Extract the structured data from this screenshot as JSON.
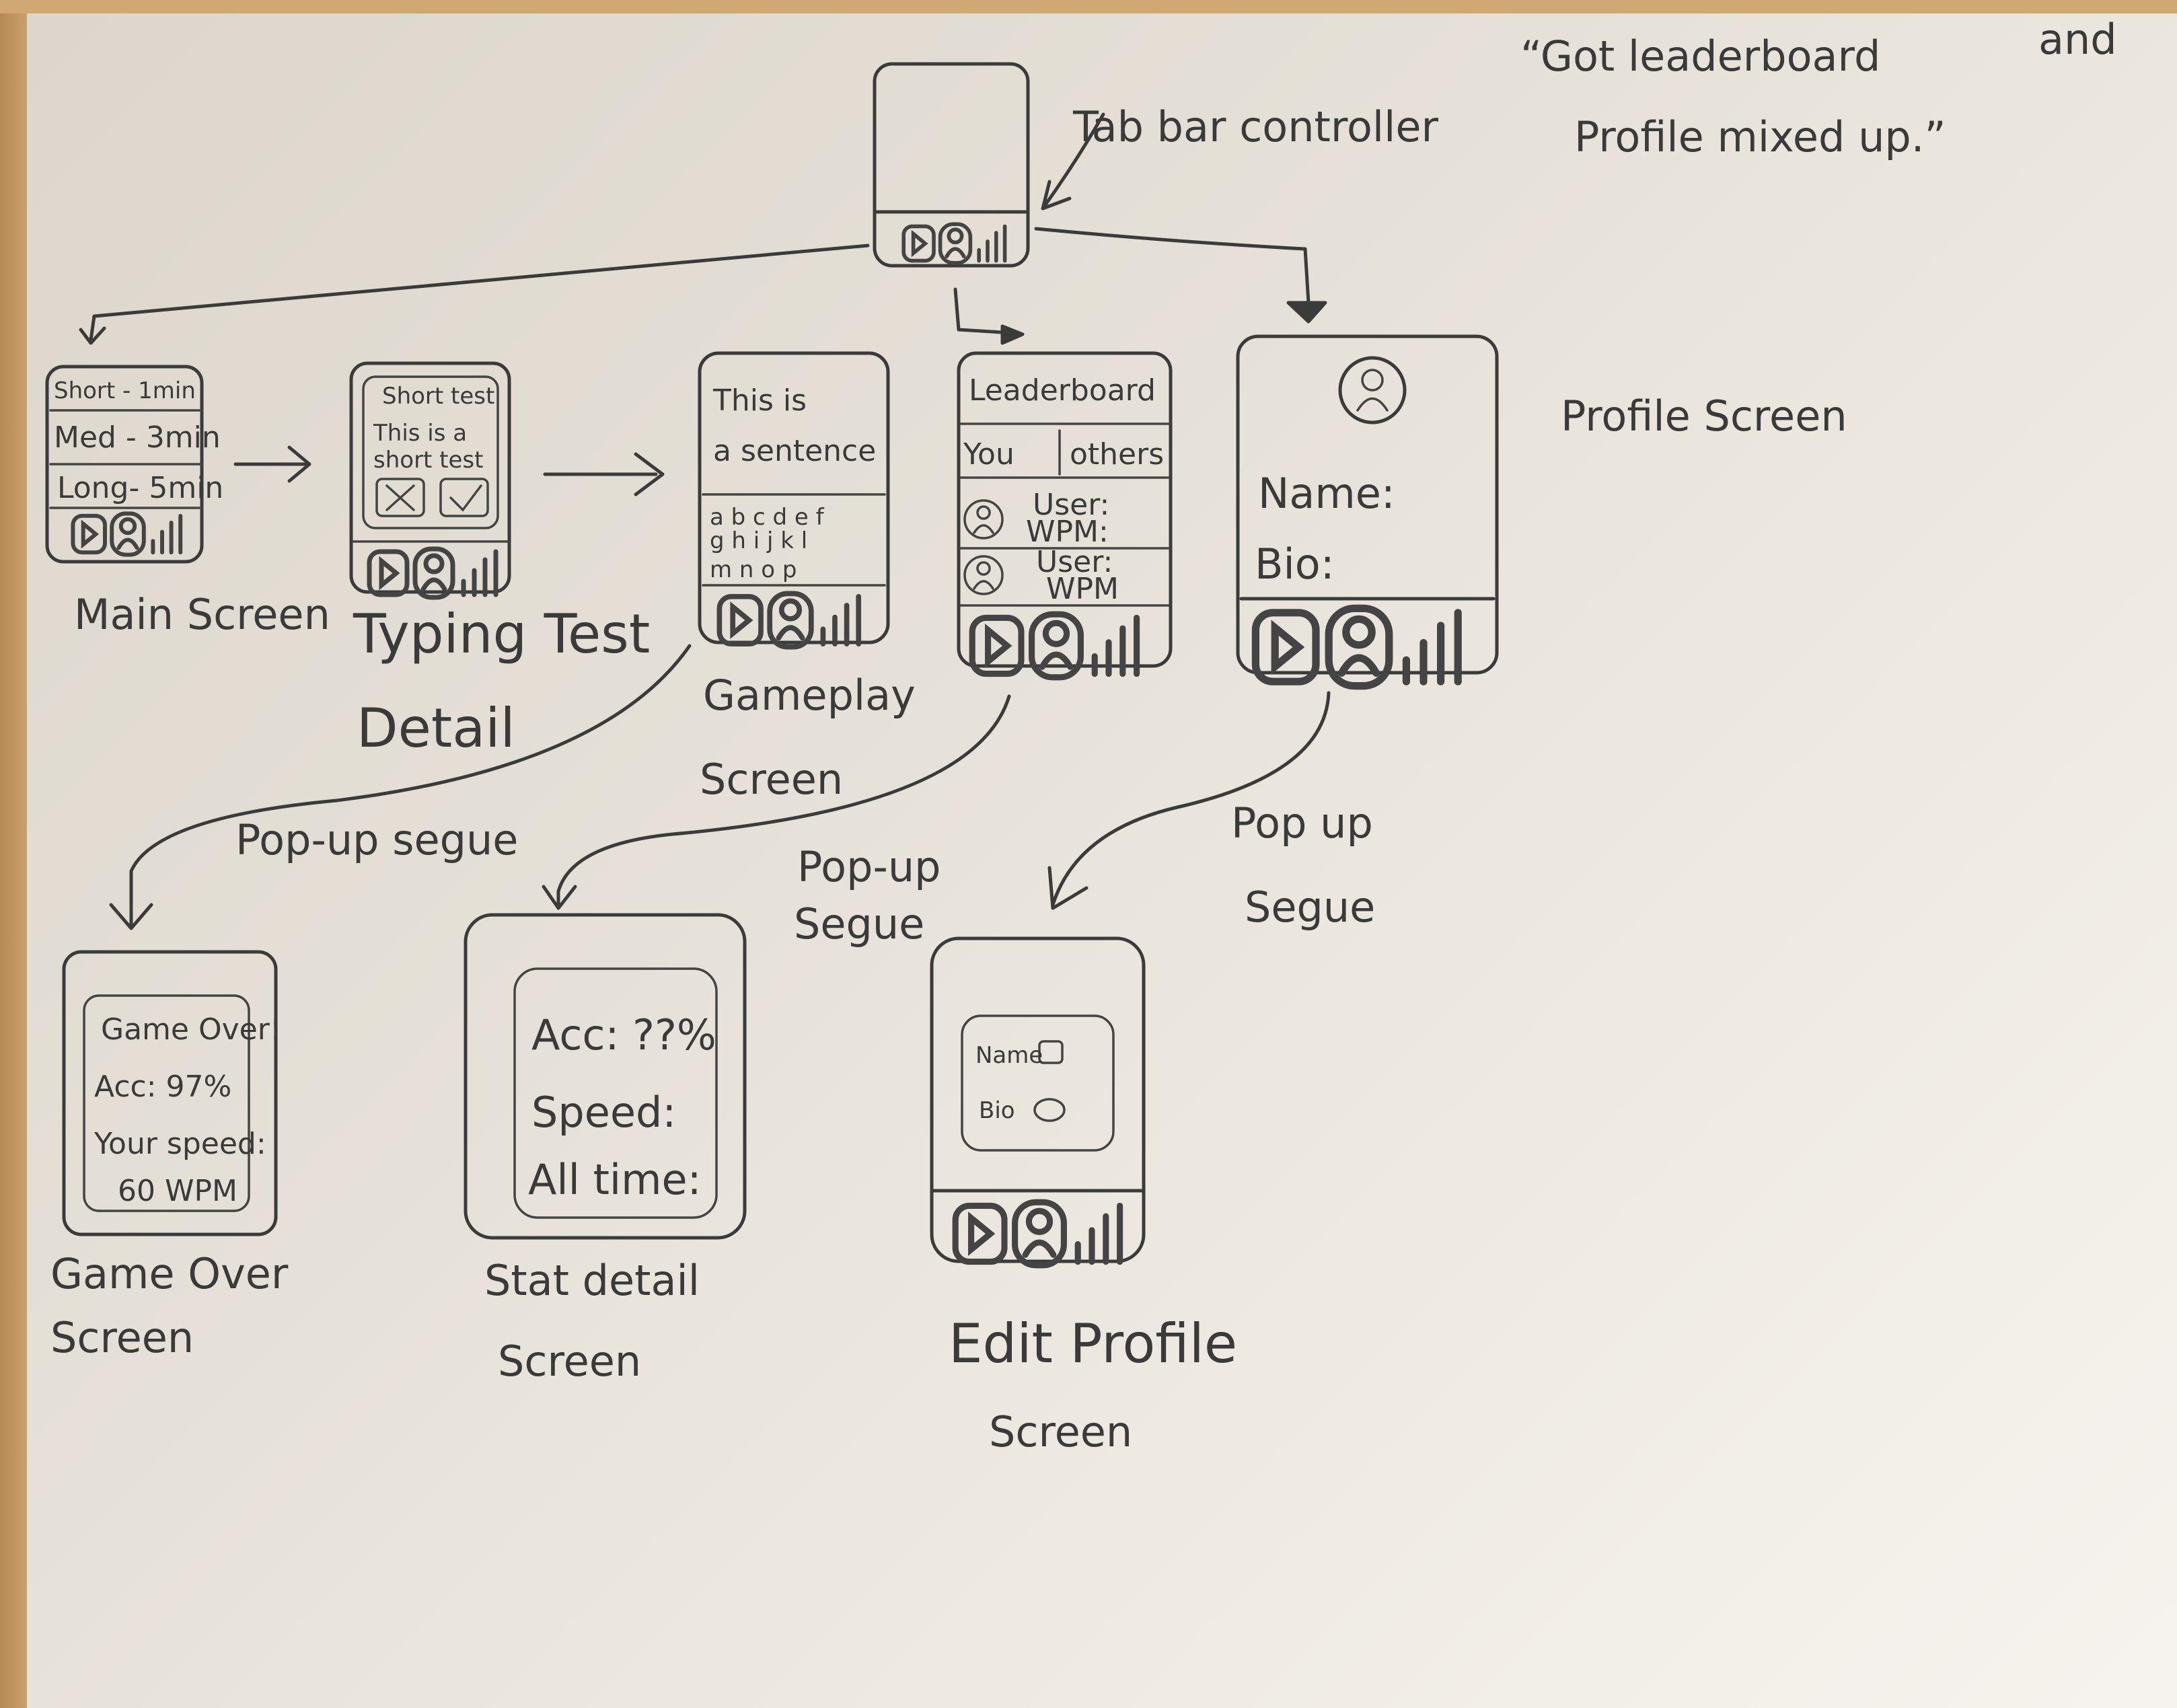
{
  "quote": {
    "line1": "“Got leaderboard",
    "line2": "and",
    "line3": "Profile mixed up.”"
  },
  "tab_bar_controller": {
    "label": "Tab bar controller"
  },
  "main_screen": {
    "items": [
      "Short - 1min",
      "Med - 3min",
      "Long- 5min"
    ],
    "caption": "Main Screen"
  },
  "typing_test_detail": {
    "title": "Short test",
    "body_line1": "This is a",
    "body_line2": "short test",
    "caption_line1": "Typing Test",
    "caption_line2": "Detail"
  },
  "gameplay": {
    "sentence_line1": "This is",
    "sentence_line2": "a sentence",
    "keys_row1": "a b c d e f",
    "keys_row2": "g h i j k l",
    "keys_row3": "m n o p",
    "caption_line1": "Gameplay",
    "caption_line2": "Screen"
  },
  "leaderboard": {
    "title": "Leaderboard",
    "tab_you": "You",
    "tab_others": "others",
    "row1_user": "User:",
    "row1_wpm": "WPM:",
    "row2_user": "User:",
    "row2_wpm": "WPM"
  },
  "profile": {
    "name_label": "Name:",
    "bio_label": "Bio:",
    "caption": "Profile Screen"
  },
  "segues": {
    "s1": "Pop-up segue",
    "s2_line1": "Pop-up",
    "s2_line2": "Segue",
    "s3_line1": "Pop up",
    "s3_line2": "Segue"
  },
  "game_over": {
    "line1": "Game Over!",
    "line2": "Acc: 97%",
    "line3": "Your speed:",
    "line4": "60 WPM",
    "caption_line1": "Game Over",
    "caption_line2": "Screen"
  },
  "stat_detail": {
    "line1": "Acc: ??%",
    "line2": "Speed:",
    "line3": "All time:",
    "caption_line1": "Stat detail",
    "caption_line2": "Screen"
  },
  "edit_profile": {
    "name": "Name",
    "bio": "Bio",
    "caption_line1": "Edit Profile",
    "caption_line2": "Screen"
  },
  "icons": [
    "play-icon",
    "person-icon",
    "bar-chart-icon"
  ],
  "colors": {
    "ink": "#3b3b3b",
    "paper": "#ebe7df"
  }
}
